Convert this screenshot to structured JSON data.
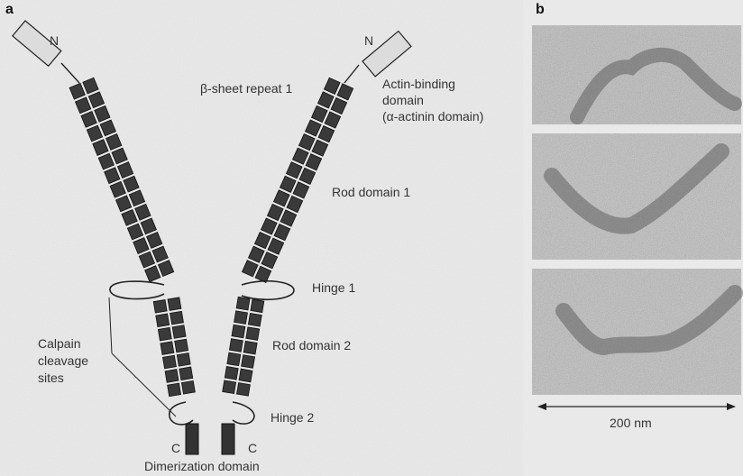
{
  "panel_a": {
    "letter": "a",
    "n_terminal_left": "N",
    "n_terminal_right": "N",
    "labels": {
      "beta_sheet": "β-sheet repeat 1",
      "actin_binding": [
        "Actin-binding",
        "domain",
        "(α-actinin domain)"
      ],
      "rod_domain_1": "Rod domain 1",
      "hinge_1": "Hinge 1",
      "rod_domain_2": "Rod domain 2",
      "calpain": [
        "Calpain",
        "cleavage",
        "sites"
      ],
      "hinge_2": "Hinge 2",
      "c_terminal_left": "C",
      "c_terminal_right": "C",
      "dimerization": "Dimerization domain"
    }
  },
  "panel_b": {
    "letter": "b",
    "scale_bar": "200 nm"
  },
  "colors": {
    "background": "#e9e9e9",
    "subunit": "#3a3a3a",
    "subunit_light": "#d8d8d8",
    "line": "#222222"
  }
}
